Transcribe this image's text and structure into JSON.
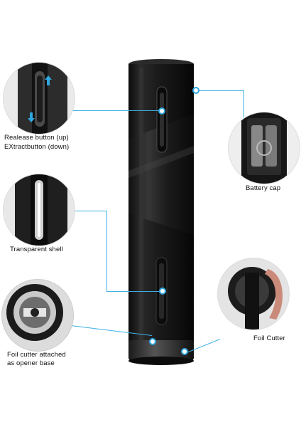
{
  "callouts": {
    "release": {
      "line1": "Realease button (up)",
      "line2": "EXtractbutton  (down)"
    },
    "battery": {
      "label": "Battery cap"
    },
    "shell": {
      "label": "Transparent shell"
    },
    "foil_cutter": {
      "label": "Foil Cutter"
    },
    "opener_base": {
      "line1": "Foil cutter attached",
      "line2": "as opener base"
    }
  },
  "colors": {
    "accent": "#3db0e6",
    "body": "#151515"
  },
  "icons": [
    "arrow-up-icon",
    "arrow-down-icon"
  ]
}
